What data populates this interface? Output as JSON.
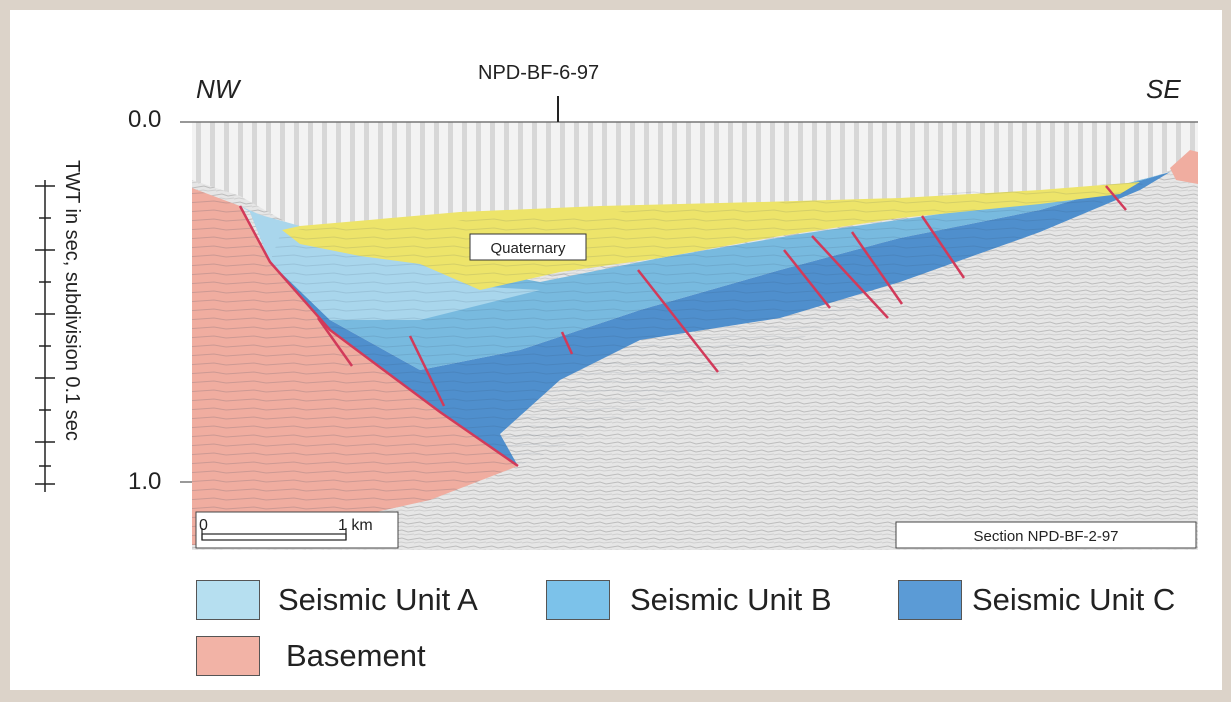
{
  "section": {
    "direction_left": "NW",
    "direction_right": "SE",
    "well_label": "NPD-BF-6-97",
    "ytick_top": "0.0",
    "ytick_bottom": "1.0",
    "axis_label": "TWT in sec, subdivision 0.1 sec",
    "quaternary_label": "Quaternary",
    "scale_zero": "0",
    "scale_km": "1 km",
    "section_label": "Section NPD-BF-2-97"
  },
  "legend": [
    {
      "label": "Seismic Unit A",
      "color": "#b6dff0"
    },
    {
      "label": "Seismic Unit B",
      "color": "#7cc2ea"
    },
    {
      "label": "Seismic Unit C",
      "color": "#5b9bd6"
    },
    {
      "label": "Basement",
      "color": "#f2b3a6"
    }
  ],
  "colors": {
    "quaternary": "#ede46a",
    "basement": "#f0ada0",
    "unit_a": "#a9d6ec",
    "unit_b": "#78badf",
    "unit_c": "#4f8fcd",
    "fault": "#d23a5a"
  }
}
